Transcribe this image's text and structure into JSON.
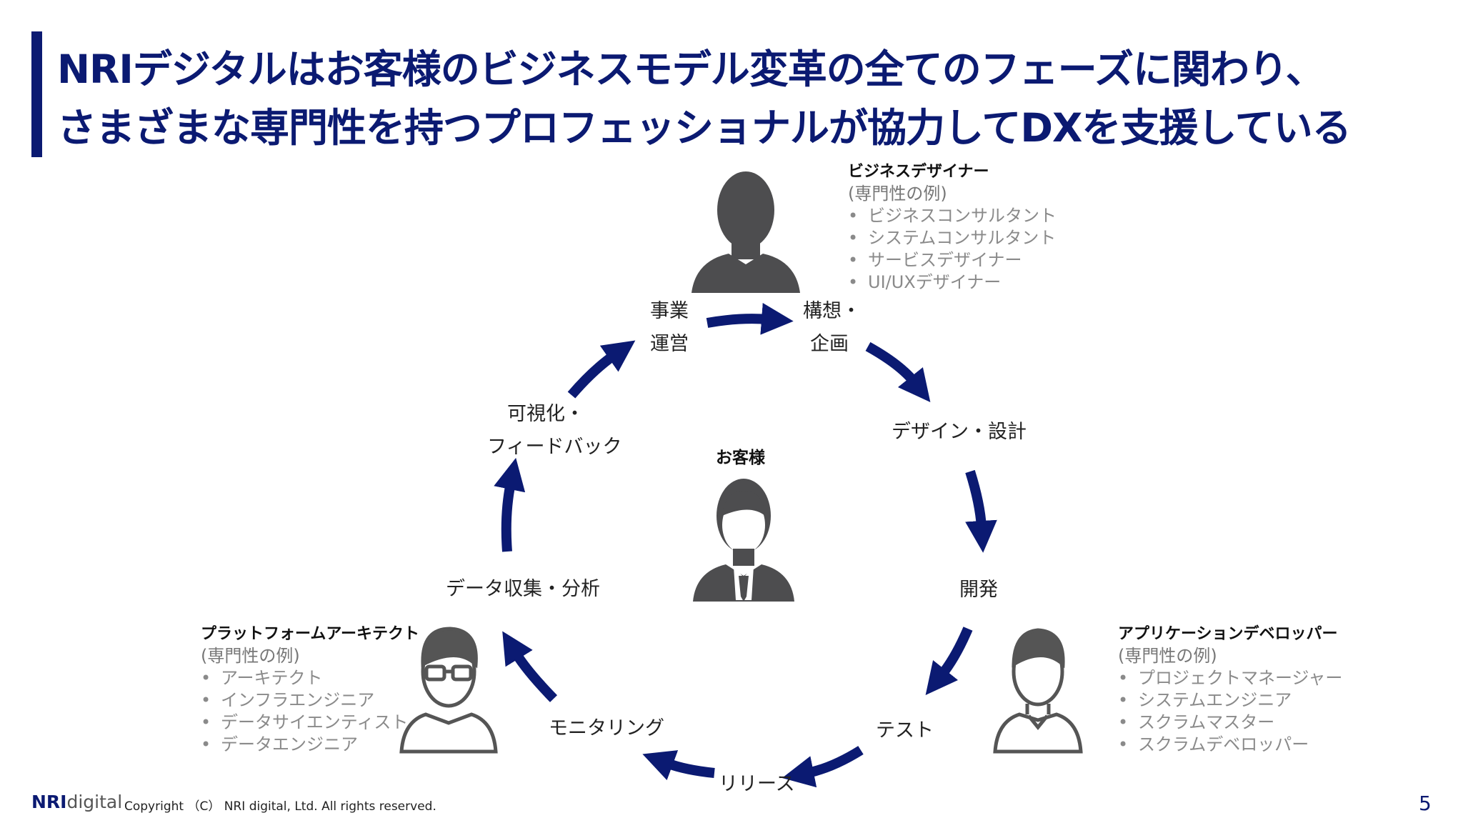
{
  "title": {
    "line1": "NRIデジタルはお客様のビジネスモデル変革の全てのフェーズに関わり、",
    "line2": "さまざまな専門性を持つプロフェッショナルが協力してDXを支援している"
  },
  "cycle": {
    "operations": [
      "事業",
      "運営"
    ],
    "planning": [
      "構想・",
      "企画"
    ],
    "design": "デザイン・設計",
    "development": "開発",
    "test": "テスト",
    "release": "リリース",
    "monitoring": "モニタリング",
    "data_collection": "データ収集・分析",
    "visualization": [
      "可視化・",
      "フィードバック"
    ]
  },
  "customer": {
    "label": "お客様"
  },
  "roles": {
    "business_designer": {
      "title": "ビジネスデザイナー",
      "sub": "(専門性の例)",
      "items": [
        "ビジネスコンサルタント",
        "システムコンサルタント",
        "サービスデザイナー",
        "UI/UXデザイナー"
      ]
    },
    "app_developer": {
      "title": "アプリケーションデベロッパー",
      "sub": "(専門性の例)",
      "items": [
        "プロジェクトマネージャー",
        "システムエンジニア",
        "スクラムマスター",
        "スクラムデベロッパー"
      ]
    },
    "platform_architect": {
      "title": "プラットフォームアーキテクト",
      "sub": "(専門性の例)",
      "items": [
        "アーキテクト",
        "インフラエンジニア",
        "データサイエンティスト",
        "データエンジニア"
      ]
    }
  },
  "footer": {
    "logo_nri": "NRI",
    "logo_digital": "digital",
    "copyright": "Copyright （C） NRI digital, Ltd. All rights reserved.",
    "page": "5"
  },
  "icons": {
    "bullet": "•",
    "arrow": "curved-arrow-icon"
  },
  "colors": {
    "brand": "#0b1a72",
    "icon_dark": "#4d4d4f",
    "icon_outline": "#555555",
    "sub_text": "#8a8a8a"
  }
}
